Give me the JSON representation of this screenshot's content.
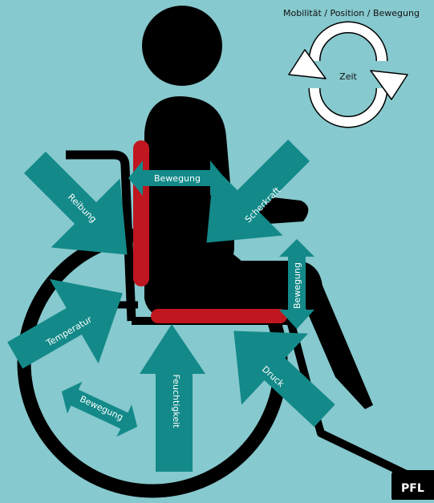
{
  "header": {
    "caption": "Mobilität / Position / Bewegung"
  },
  "cycle": {
    "label": "Zeit"
  },
  "labels": {
    "reibung": "Reibung",
    "bewegung_top": "Bewegung",
    "scherkraft": "Scherkraft",
    "bewegung_right": "Bewegung",
    "temperatur": "Temperatur",
    "bewegung_bottom": "Bewegung",
    "feuchtigkeit": "Feuchtigkeit",
    "druck": "Druck"
  },
  "corner_tag": "PFL",
  "colors": {
    "background": "#86c9ce",
    "arrow": "#138a89",
    "figure": "#000000",
    "pressure_zone": "#c0161f"
  }
}
